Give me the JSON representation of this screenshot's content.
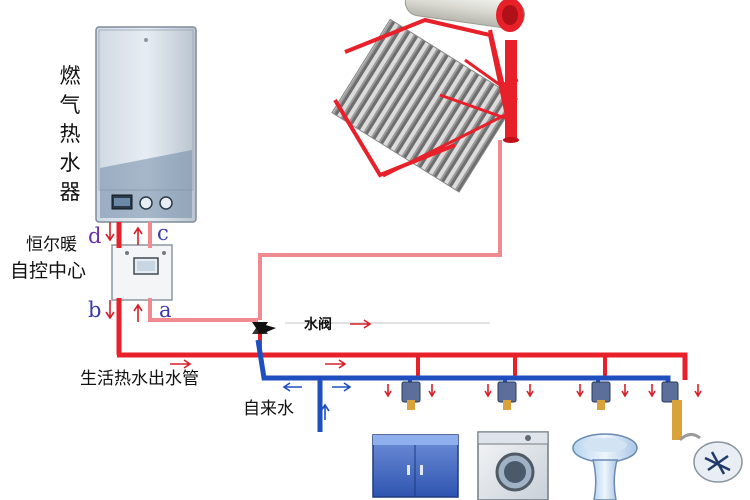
{
  "labels": {
    "heater_chars": [
      "燃",
      "气",
      "热",
      "水",
      "器"
    ],
    "control_line1": "恒尔暖",
    "control_line2": "自控中心",
    "valve": "水阀",
    "hot_outlet": "生活热水出水管",
    "tap_water": "自来水"
  },
  "ports": {
    "d": "d",
    "c": "c",
    "b": "b",
    "a": "a"
  },
  "colors": {
    "hot_pipe": "#e8202a",
    "hot_pipe_light": "#f08a90",
    "cold_pipe": "#1f4fbf",
    "arrow": "#d8202a",
    "arrow_blue": "#1f4fbf",
    "port_text": "#3a3aa8"
  }
}
